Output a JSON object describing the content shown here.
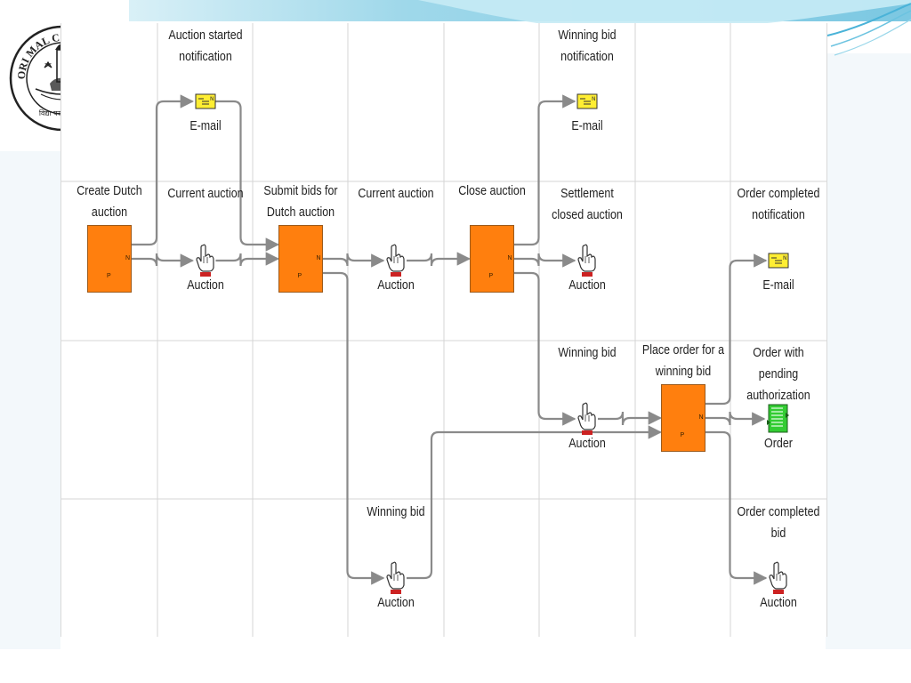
{
  "logo": {
    "name": "college-seal-logo",
    "text": "KIRORI MAL COLLEGE DELHI",
    "motto": "विद्या परम भूषणम्"
  },
  "diagram": {
    "columns": [
      {
        "id": "c1",
        "nodes": [
          {
            "id": "create-dutch-auction",
            "kind": "process",
            "label": "Create Dutch auction",
            "row": 2
          }
        ]
      },
      {
        "id": "c2",
        "nodes": [
          {
            "id": "email-auction-started",
            "kind": "email",
            "heading": "Auction started notification",
            "caption": "E-mail",
            "row": 1
          },
          {
            "id": "auction-current-1",
            "kind": "auction",
            "heading": "Current auction",
            "caption": "Auction",
            "row": 2
          }
        ]
      },
      {
        "id": "c3",
        "nodes": [
          {
            "id": "submit-bids",
            "kind": "process",
            "label": "Submit bids for Dutch auction",
            "row": 2
          }
        ]
      },
      {
        "id": "c4",
        "nodes": [
          {
            "id": "auction-current-2",
            "kind": "auction",
            "heading": "Current auction",
            "caption": "Auction",
            "row": 2
          },
          {
            "id": "auction-winning-bid-bottom",
            "kind": "auction",
            "heading": "Winning bid",
            "caption": "Auction",
            "row": 4
          }
        ]
      },
      {
        "id": "c5",
        "nodes": [
          {
            "id": "close-auction",
            "kind": "process",
            "label": "Close auction",
            "row": 2
          }
        ]
      },
      {
        "id": "c6",
        "nodes": [
          {
            "id": "email-winning-bid",
            "kind": "email",
            "heading": "Winning bid notification",
            "caption": "E-mail",
            "row": 1
          },
          {
            "id": "auction-settlement-closed",
            "kind": "auction",
            "heading": "Settlement closed auction",
            "caption": "Auction",
            "row": 2
          },
          {
            "id": "auction-winning-bid",
            "kind": "auction",
            "heading": "Winning bid",
            "caption": "Auction",
            "row": 3
          }
        ]
      },
      {
        "id": "c7",
        "nodes": [
          {
            "id": "place-order",
            "kind": "process",
            "label": "Place order for a winning bid",
            "row": 3
          }
        ]
      },
      {
        "id": "c8",
        "nodes": [
          {
            "id": "email-order-completed",
            "kind": "email",
            "heading": "Order completed notification",
            "caption": "E-mail",
            "row": 2
          },
          {
            "id": "order-pending",
            "kind": "order",
            "heading": "Order with pending authorization",
            "caption": "Order",
            "row": 3
          },
          {
            "id": "auction-order-completed",
            "kind": "auction",
            "heading": "Order completed bid",
            "caption": "Auction",
            "row": 4
          }
        ]
      }
    ],
    "edges": [
      {
        "from": "create-dutch-auction",
        "to": "email-auction-started"
      },
      {
        "from": "create-dutch-auction",
        "to": "auction-current-1"
      },
      {
        "from": "email-auction-started",
        "to": "submit-bids"
      },
      {
        "from": "auction-current-1",
        "to": "submit-bids"
      },
      {
        "from": "submit-bids",
        "to": "auction-current-2"
      },
      {
        "from": "submit-bids",
        "to": "auction-winning-bid-bottom"
      },
      {
        "from": "auction-current-2",
        "to": "close-auction"
      },
      {
        "from": "close-auction",
        "to": "email-winning-bid"
      },
      {
        "from": "close-auction",
        "to": "auction-settlement-closed"
      },
      {
        "from": "close-auction",
        "to": "auction-winning-bid"
      },
      {
        "from": "auction-winning-bid",
        "to": "place-order"
      },
      {
        "from": "auction-winning-bid-bottom",
        "to": "place-order"
      },
      {
        "from": "place-order",
        "to": "email-order-completed"
      },
      {
        "from": "place-order",
        "to": "order-pending"
      },
      {
        "from": "place-order",
        "to": "auction-order-completed"
      }
    ]
  },
  "process_marks": {
    "input": "P",
    "output": "N"
  },
  "colors": {
    "process_fill": "#ff7f0e",
    "email_fill": "#ffee33",
    "order_fill": "#33cc33",
    "arrow": "#8a8a8a",
    "hand_cuff": "#cc2222",
    "header_banner": "#8fd3e8",
    "grid_line": "#d4d4d4"
  }
}
